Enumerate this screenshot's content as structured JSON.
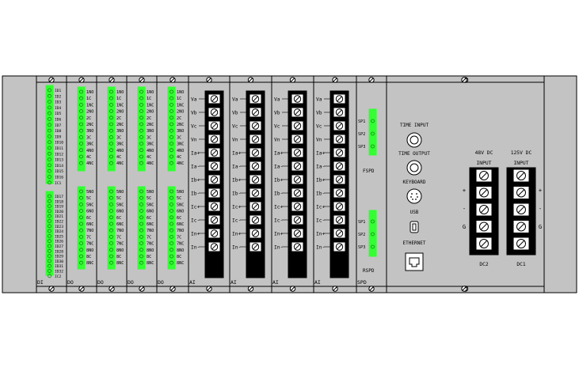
{
  "colors": {
    "panel": "#c3c3c3",
    "line": "#000000",
    "terminal_green": "#33ff33",
    "terminal_black": "#000000"
  },
  "di_modules": [
    {
      "label": "DI",
      "upper_pins": [
        "ID1",
        "ID2",
        "ID3",
        "ID4",
        "ID5",
        "ID6",
        "ID7",
        "ID8",
        "ID9",
        "ID10",
        "ID11",
        "ID12",
        "ID13",
        "ID14",
        "ID15",
        "ID16",
        "IC1"
      ],
      "lower_pins": [
        "ID17",
        "ID18",
        "ID19",
        "ID20",
        "ID21",
        "ID22",
        "ID23",
        "ID24",
        "ID25",
        "ID26",
        "ID27",
        "ID28",
        "ID29",
        "ID30",
        "ID31",
        "ID32",
        "IC2"
      ]
    }
  ],
  "do_modules": [
    {
      "label": "DO",
      "upper_pins": [
        "1NO",
        "1C",
        "1NC",
        "2NO",
        "2C",
        "2NC",
        "3NO",
        "3C",
        "3NC",
        "4NO",
        "4C",
        "4NC"
      ],
      "lower_pins": [
        "5NO",
        "5C",
        "5NC",
        "6NO",
        "6C",
        "6NC",
        "7NO",
        "7C",
        "7NC",
        "8NO",
        "8C",
        "8NC"
      ]
    },
    {
      "label": "DO",
      "upper_pins": [
        "1NO",
        "1C",
        "1NC",
        "2NO",
        "2C",
        "2NC",
        "3NO",
        "3C",
        "3NC",
        "4NO",
        "4C",
        "4NC"
      ],
      "lower_pins": [
        "5NO",
        "5C",
        "5NC",
        "6NO",
        "6C",
        "6NC",
        "7NO",
        "7C",
        "7NC",
        "8NO",
        "8C",
        "8NC"
      ]
    },
    {
      "label": "DO",
      "upper_pins": [
        "1NO",
        "1C",
        "1NC",
        "2NO",
        "2C",
        "2NC",
        "3NO",
        "3C",
        "3NC",
        "4NO",
        "4C",
        "4NC"
      ],
      "lower_pins": [
        "5NO",
        "5C",
        "5NC",
        "6NO",
        "6C",
        "6NC",
        "7NO",
        "7C",
        "7NC",
        "8NO",
        "8C",
        "8NC"
      ]
    },
    {
      "label": "DO",
      "upper_pins": [
        "1NO",
        "1C",
        "1NC",
        "2NO",
        "2C",
        "2NC",
        "3NO",
        "3C",
        "3NC",
        "4NO",
        "4C",
        "4NC"
      ],
      "lower_pins": [
        "5NO",
        "5C",
        "5NC",
        "6NO",
        "6C",
        "6NC",
        "7NO",
        "7C",
        "7NC",
        "8NO",
        "8C",
        "8NC"
      ]
    }
  ],
  "ai_modules": [
    {
      "label": "AI",
      "pins": [
        "Va",
        "Vb",
        "Vc",
        "Vn",
        "Ia+",
        "Ia-",
        "Ib+",
        "Ib-",
        "Ic+",
        "Ic-",
        "In+",
        "In-"
      ]
    },
    {
      "label": "AI",
      "pins": [
        "Va",
        "Vb",
        "Vc",
        "Vn",
        "Ia+",
        "Ia-",
        "Ib+",
        "Ib-",
        "Ic+",
        "Ic-",
        "In+",
        "In-"
      ]
    },
    {
      "label": "AI",
      "pins": [
        "Va",
        "Vb",
        "Vc",
        "Vn",
        "Ia+",
        "Ia-",
        "Ib+",
        "Ib-",
        "Ic+",
        "Ic-",
        "In+",
        "In-"
      ]
    },
    {
      "label": "AI",
      "pins": [
        "Va",
        "Vb",
        "Vc",
        "Vn",
        "Ia+",
        "Ia-",
        "Ib+",
        "Ib-",
        "Ic+",
        "Ic-",
        "In+",
        "In-"
      ]
    }
  ],
  "spd_module": {
    "label": "SPD",
    "upper_group": {
      "pins": [
        "SP1",
        "SP2",
        "SP3"
      ],
      "label": "FSPD"
    },
    "lower_group": {
      "pins": [
        "SP1",
        "SP2",
        "SP3"
      ],
      "label": "RSPD"
    }
  },
  "cpu_module": {
    "time_input": "TIME INPUT",
    "time_output": "TIME OUTPUT",
    "keyboard": "KEYBOARD",
    "usb": "USB",
    "ethernet": "ETHERNET"
  },
  "power_modules": [
    {
      "title": "48V DC",
      "subtitle": "INPUT",
      "label": "DC2",
      "side_marks": [
        "+",
        "-",
        "G"
      ],
      "side": "left"
    },
    {
      "title": "125V DC",
      "subtitle": "INPUT",
      "label": "DC1",
      "side_marks": [
        "+",
        "-",
        "G"
      ],
      "side": "right"
    }
  ]
}
